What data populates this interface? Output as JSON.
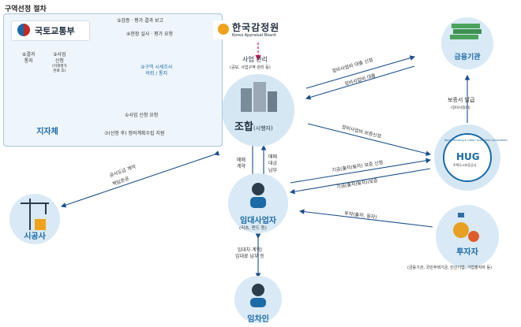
{
  "title": "구역선정 절차",
  "nodes": {
    "ministry": "국토교통부",
    "appraisal_kr": "한국감정원",
    "appraisal_en": "Korea Appraisal Board",
    "local_gov": "지자체",
    "union": "조합",
    "union_sub": "(시행자)",
    "finance": "금융기관",
    "hug": "HUG",
    "hug_ring": "Korea Housing & Urban Guarantee Corporation",
    "hug_kr": "주택도시보증공사",
    "investor": "투자자",
    "investor_sub": "(금융기관, 국민주택기금, 민간기업, 기업출자자 등)",
    "builder": "시공사",
    "rental": "임대사업자",
    "rental_sub": "(리츠, 펀드 등)",
    "tenant": "임차인"
  },
  "edges": {
    "e5": "⑤검증 · 평가 결과 보고",
    "e4": "④현장 실사 · 평가 요청",
    "e6a": "⑥결과",
    "e6b": "통지",
    "e3a": "③사업",
    "e3b": "신청",
    "e3c": "(지해행가",
    "e3d": "완료 후)",
    "e2a": "②구역 시세조사",
    "e2b": "의뢰 / 통지",
    "e1": "①사업 신청 요청",
    "e7": "⑦(선정 후) 정비계획수립 지원",
    "mgmt": "사업 관리",
    "mgmt_sub": "(공모, 사업구역 관리 등)",
    "loan_apply": "정비사업비 대출 신청",
    "loan": "정비사업비 대출",
    "guarantee_fee": "보증서 발급",
    "guarantee_sub": "(정비사업비)",
    "guarantee_apply": "정비사업비 보증신청",
    "invest_apply": "기금(출자/융자) 보증 신청",
    "invest_give": "기금(출자/융자)/보증",
    "invest": "투자(출자, 융자)",
    "contract_a": "공사도급 계약",
    "contract_b": "책임준공",
    "sale_a": "매매",
    "sale_b": "계약",
    "pay_a": "매매",
    "pay_b": "대금",
    "pay_c": "납부",
    "lease_a": "임대차 계약/",
    "lease_b": "임대료 납부 등"
  },
  "colors": {
    "accent": "#1c6aa6",
    "arrow": "#1a4f8a",
    "dashed": "#c2185b",
    "region": "#eef5fb"
  }
}
